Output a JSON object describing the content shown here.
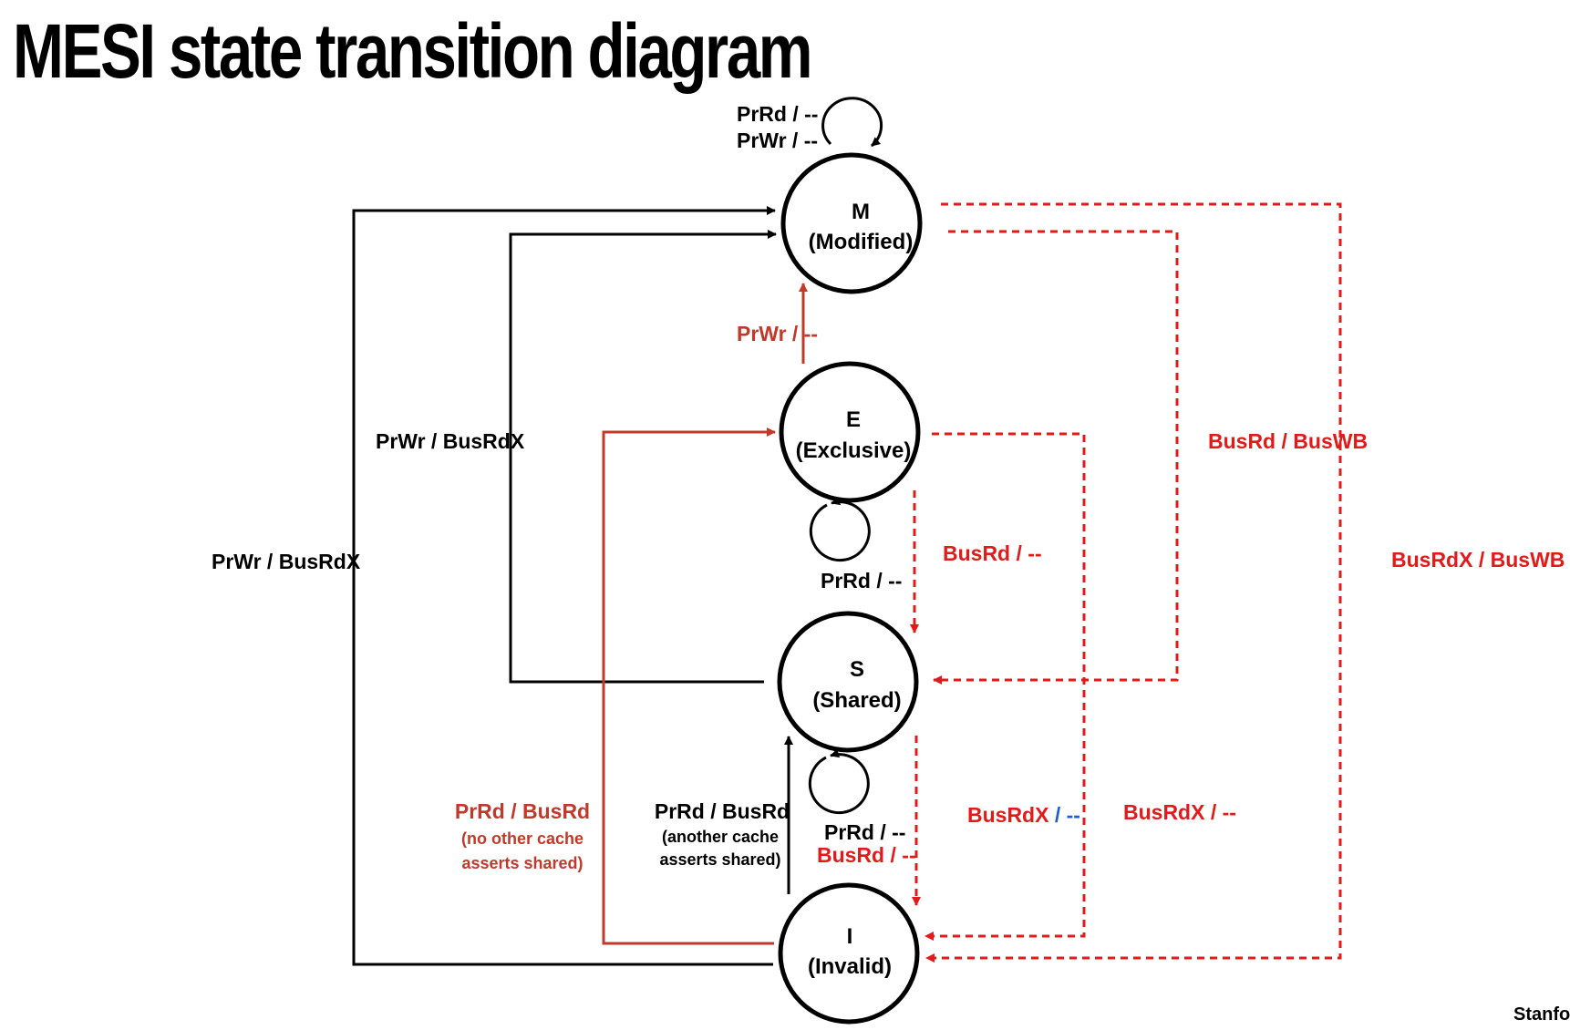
{
  "title": "MESI state transition diagram",
  "footer": "Stanford",
  "colors": {
    "black": "#000000",
    "red": "#e21a1a",
    "dark_red": "#c0392b",
    "blue": "#1f5fd6"
  },
  "states": {
    "m": {
      "letter": "M",
      "name": "(Modified)"
    },
    "e": {
      "letter": "E",
      "name": "(Exclusive)"
    },
    "s": {
      "letter": "S",
      "name": "(Shared)"
    },
    "i": {
      "letter": "I",
      "name": "(Invalid)"
    }
  },
  "labels": {
    "m_self_rd": "PrRd / --",
    "m_self_wr": "PrWr / --",
    "e_to_m": "PrWr / --",
    "s_to_m": "PrWr / BusRdX",
    "i_to_m": "PrWr / BusRdX",
    "e_self": "PrRd / --",
    "e_to_s": "BusRd / --",
    "m_to_s": "BusRd / BusWB",
    "m_to_i": "BusRdX / BusWB",
    "s_to_i_prefix": "BusRdX",
    "s_to_i_suffix": " / --",
    "e_to_i": "BusRdX / --",
    "s_self_rd": "PrRd / --",
    "s_self_busrd": "BusRd / --",
    "i_to_e": "PrRd / BusRd",
    "i_to_e_note1": "(no other cache",
    "i_to_e_note2": "asserts shared)",
    "i_to_s": "PrRd / BusRd",
    "i_to_s_note1": "(another cache",
    "i_to_s_note2": "asserts shared)"
  }
}
